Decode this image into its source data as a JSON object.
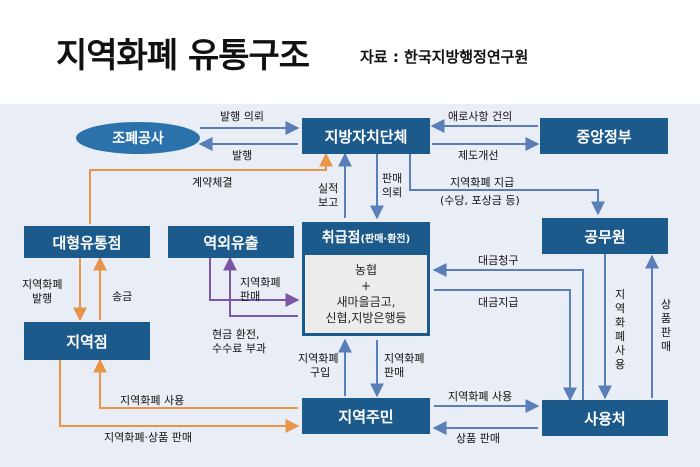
{
  "title": "지역화폐 유통구조",
  "source": "자료 : 한국지방행정연구원",
  "nodes": {
    "mint": "조폐공사",
    "local_gov": "지방자치단체",
    "central_gov": "중앙정부",
    "large_distributor": "대형유통점",
    "outflow": "역외유출",
    "hub_title": "취급점",
    "hub_sub": "(판매·환전)",
    "hub_line1": "농협",
    "hub_line2": "+",
    "hub_line3": "새마을금고,",
    "hub_line4": "신협,지방은행등",
    "civil_servant": "공무원",
    "local_store": "지역점",
    "residents": "지역주민",
    "merchant": "사용처"
  },
  "labels": {
    "issue_request": "발행 의뢰",
    "issue": "발행",
    "grievance": "애로사항 건의",
    "improvement": "제도개선",
    "contract": "계약체결",
    "report_1": "실적",
    "report_2": "보고",
    "sales_request_1": "판매",
    "sales_request_2": "의뢰",
    "pay_1": "지역화폐 지급",
    "pay_2": "(수당, 포상금 등)",
    "sell_1": "지역화폐",
    "sell_2": "판매",
    "exchange_1": "현금 환전,",
    "exchange_2": "수수료 부과",
    "bill": "대금청구",
    "payment": "대금지급",
    "ld_sell_1": "지역화폐",
    "ld_sell_2": "발행",
    "remit": "송금",
    "buy_1": "지역화폐",
    "buy_2": "구입",
    "res_sell_1": "지역화폐",
    "res_sell_2": "판매",
    "cs_use": "지역화폐사용",
    "goods_sale_v": "상품판매",
    "use_store": "지역화폐 사용",
    "use_merchant": "지역화폐 사용",
    "store_sale": "지역화폐·상품 판매",
    "goods_sale": "상품 판매"
  },
  "colors": {
    "box": "#1d5a8c",
    "ellipse": "#2b72ad",
    "panel": "#e9eef6",
    "arrow_blue": "#5a7fb8",
    "arrow_orange": "#e8954a",
    "arrow_purple": "#7b56a6"
  }
}
